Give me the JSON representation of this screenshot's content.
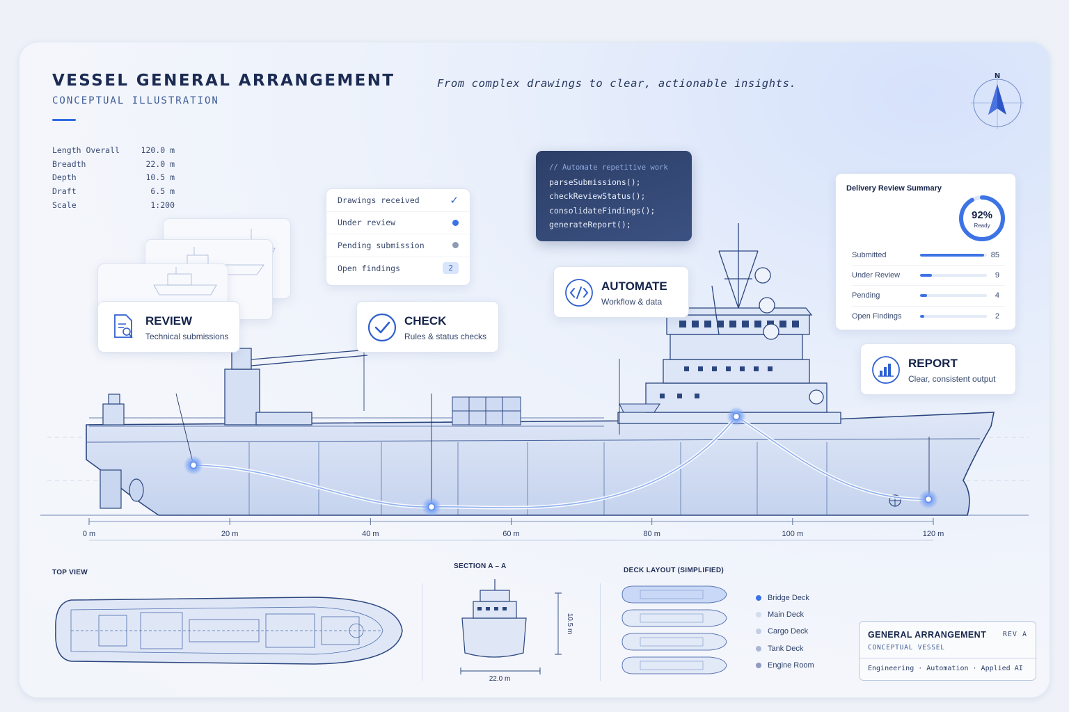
{
  "header": {
    "title": "VESSEL GENERAL ARRANGEMENT",
    "subtitle": "CONCEPTUAL ILLUSTRATION",
    "tagline": "From complex drawings to clear, actionable insights.",
    "compass_label": "N"
  },
  "specs": [
    {
      "label": "Length Overall",
      "value": "120.0 m"
    },
    {
      "label": "Breadth",
      "value": "22.0 m"
    },
    {
      "label": "Depth",
      "value": "10.5 m"
    },
    {
      "label": "Draft",
      "value": "6.5 m"
    },
    {
      "label": "Scale",
      "value": "1:200"
    }
  ],
  "status_list": [
    {
      "label": "Drawings received",
      "indicator": "check",
      "color": "#2f5fd0"
    },
    {
      "label": "Under review",
      "indicator": "dot",
      "color": "#3a72e8"
    },
    {
      "label": "Pending submission",
      "indicator": "dot",
      "color": "#8e9bb3"
    },
    {
      "label": "Open findings",
      "indicator": "badge",
      "badge": "2"
    }
  ],
  "code": {
    "comment": "// Automate repetitive work",
    "lines": [
      "parseSubmissions();",
      "checkReviewStatus();",
      "consolidateFindings();",
      "generateReport();"
    ]
  },
  "steps": {
    "review": {
      "title": "REVIEW",
      "subtitle": "Technical submissions",
      "icon": "document-search-icon"
    },
    "check": {
      "title": "CHECK",
      "subtitle": "Rules & status checks",
      "icon": "checkmark-circle-icon"
    },
    "automate": {
      "title": "AUTOMATE",
      "subtitle": "Workflow & data",
      "icon": "code-icon"
    },
    "report": {
      "title": "REPORT",
      "subtitle": "Clear, consistent output",
      "icon": "bar-chart-icon"
    }
  },
  "summary": {
    "title": "Delivery Review Summary",
    "ready_percent": 92,
    "ready_text": "92%",
    "ready_label": "Ready",
    "rows": [
      {
        "label": "Submitted",
        "value": 85,
        "level": 0.96
      },
      {
        "label": "Under Review",
        "value": 9,
        "level": 0.18
      },
      {
        "label": "Pending",
        "value": 4,
        "level": 0.1
      },
      {
        "label": "Open Findings",
        "value": 2,
        "level": 0.06
      }
    ],
    "accent": "#3e73e6"
  },
  "scale_axis": {
    "unit": "m",
    "ticks": [
      "0 m",
      "20 m",
      "40 m",
      "60 m",
      "80 m",
      "100 m",
      "120 m"
    ]
  },
  "views": {
    "top_view": "TOP VIEW",
    "section": "SECTION A – A",
    "section_height": "10.5 m",
    "section_width": "22.0 m",
    "deck_layout": "DECK LAYOUT (SIMPLIFIED)"
  },
  "deck_legend": [
    {
      "label": "Bridge Deck",
      "color": "#3a72e8"
    },
    {
      "label": "Main Deck",
      "color": "#d3dcee"
    },
    {
      "label": "Cargo Deck",
      "color": "#c3cee6"
    },
    {
      "label": "Tank Deck",
      "color": "#a9b7d6"
    },
    {
      "label": "Engine Room",
      "color": "#8e9cc0"
    }
  ],
  "title_block": {
    "title": "GENERAL ARRANGEMENT",
    "rev": "REV A",
    "subtitle": "CONCEPTUAL VESSEL",
    "footer": "Engineering · Automation · Applied AI"
  },
  "colors": {
    "accent": "#2f6be0",
    "ink": "#1a2a52",
    "line": "#5a78b8"
  }
}
